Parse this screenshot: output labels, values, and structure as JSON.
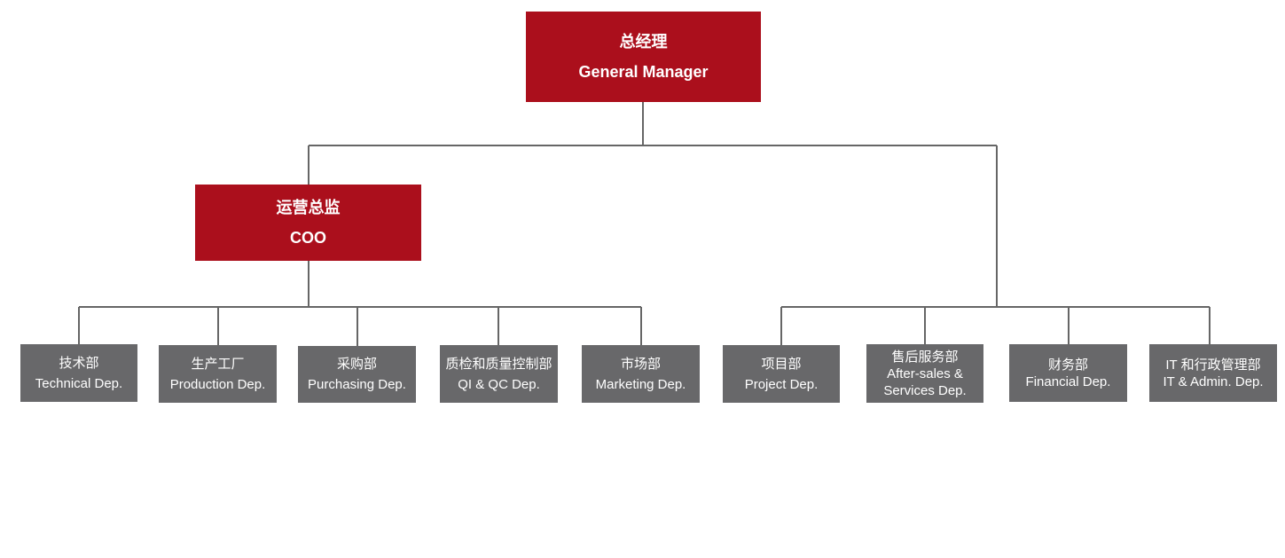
{
  "chart": {
    "general_manager": {
      "cn": "总经理",
      "en": "General Manager"
    },
    "coo": {
      "cn": "运营总监",
      "en": "COO"
    },
    "coo_departments": [
      {
        "cn": "技术部",
        "en": "Technical Dep."
      },
      {
        "cn": "生产工厂",
        "en": "Production Dep."
      },
      {
        "cn": "采购部",
        "en": "Purchasing Dep."
      },
      {
        "cn": "质检和质量控制部",
        "en": "QI & QC Dep."
      },
      {
        "cn": "市场部",
        "en": "Marketing Dep."
      }
    ],
    "gm_departments": [
      {
        "cn": "项目部",
        "en": "Project Dep."
      },
      {
        "cn": "售后服务部",
        "en": "After-sales &",
        "en2": "Services Dep."
      },
      {
        "cn": "财务部",
        "en": "Financial Dep."
      },
      {
        "cn": "IT 和行政管理部",
        "en": "IT & Admin. Dep."
      }
    ]
  },
  "colors": {
    "executive": "#ab0f1c",
    "department": "#68686a",
    "connector": "#666666"
  }
}
